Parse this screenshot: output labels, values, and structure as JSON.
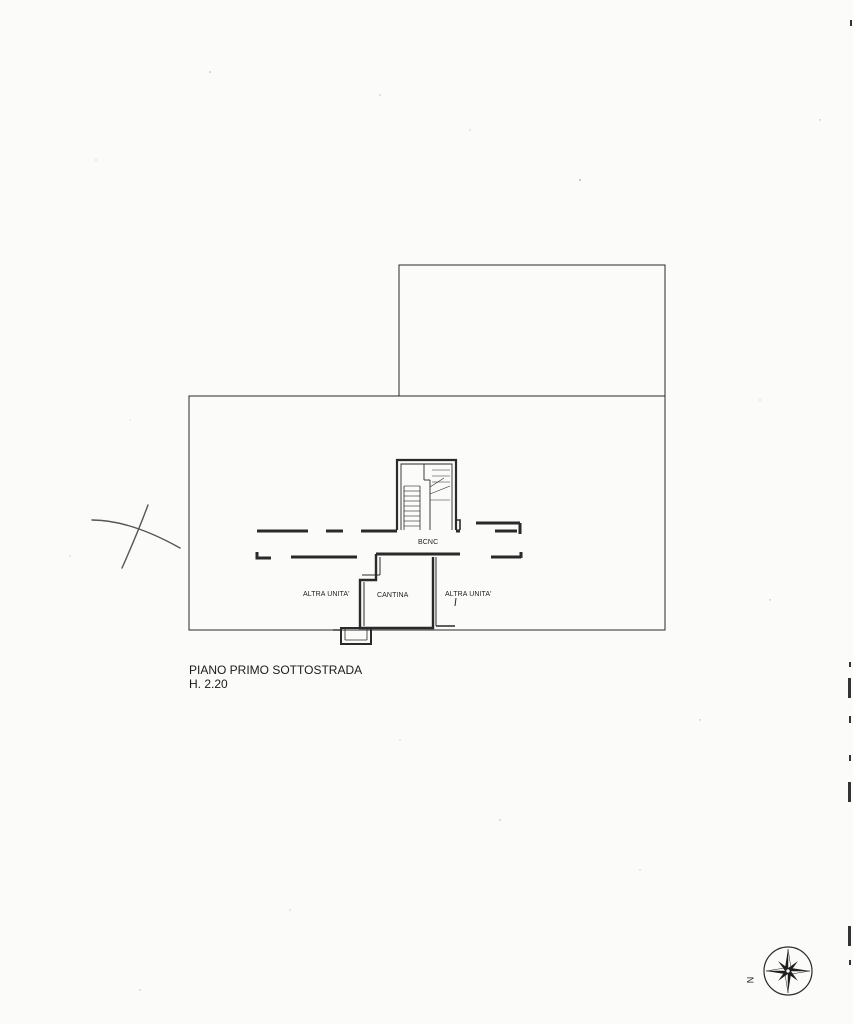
{
  "plan": {
    "rooms": {
      "bcnc": "BCNC",
      "cantina": "CANTINA",
      "altra_unita_left": "ALTRA UNITA'",
      "altra_unita_right": "ALTRA UNITA'"
    },
    "caption": {
      "floor_name": "PIANO PRIMO SOTTOSTRADA",
      "height": "H. 2.20"
    },
    "compass": {
      "north_letter": "N",
      "icon": "compass-rose-icon"
    }
  },
  "colors": {
    "line": "#2a2a2a",
    "paper": "#fbfbf9"
  }
}
